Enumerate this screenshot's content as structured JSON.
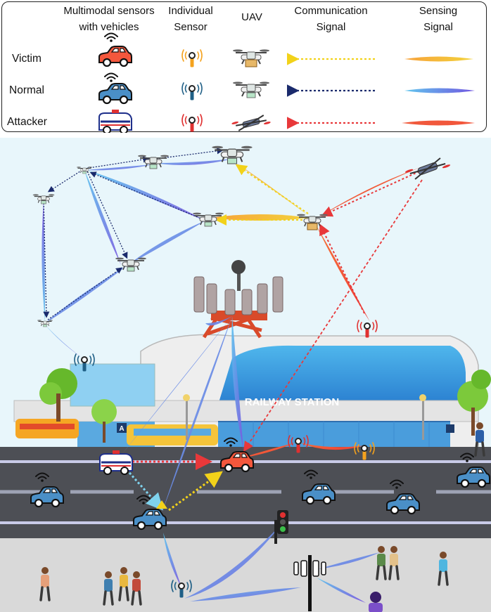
{
  "legend": {
    "headers": {
      "vehicles_line1": "Multimodal sensors",
      "vehicles_line2": "with vehicles",
      "sensor_line1": "Individual",
      "sensor_line2": "Sensor",
      "uav": "UAV",
      "comm_line1": "Communication",
      "comm_line2": "Signal",
      "sensing_line1": "Sensing",
      "sensing_line2": "Signal"
    },
    "rows": [
      {
        "label": "Victim",
        "color": "#f4573c",
        "comm_color": "#f2d21a"
      },
      {
        "label": "Normal",
        "color": "#4a8fc7",
        "comm_color": "#1a2a6c"
      },
      {
        "label": "Attacker",
        "color": "#ffffff",
        "comm_color": "#e8383a"
      }
    ]
  },
  "scene": {
    "station_sign": "RAILWAY STATION",
    "bus_stop_letter": "A",
    "sky_color": "#e8f6fb",
    "road_color": "#4d4f55",
    "sidewalk_color": "#d9d9d9"
  }
}
